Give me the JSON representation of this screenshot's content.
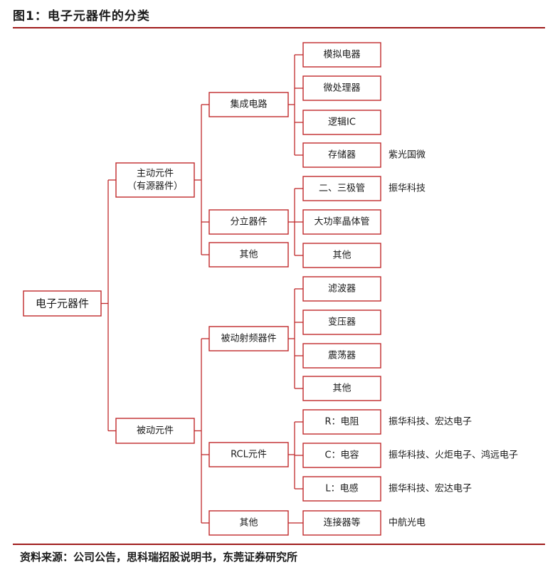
{
  "header": {
    "title": "图1：电子元器件的分类"
  },
  "footer": {
    "source": "资料来源：公司公告，思科瑞招股说明书，东莞证券研究所"
  },
  "tree": {
    "root": "电子元器件",
    "level1": [
      {
        "id": "active",
        "lines": [
          "主动元件",
          "（有源器件）"
        ]
      },
      {
        "id": "passive",
        "lines": [
          "被动元件"
        ]
      }
    ],
    "level2": [
      {
        "id": "ic",
        "parent": "active",
        "label": "集成电路"
      },
      {
        "id": "discrete",
        "parent": "active",
        "label": "分立器件"
      },
      {
        "id": "active_other",
        "parent": "active",
        "label": "其他"
      },
      {
        "id": "rf",
        "parent": "passive",
        "label": "被动射频器件"
      },
      {
        "id": "rcl",
        "parent": "passive",
        "label": "RCL元件"
      },
      {
        "id": "passive_other",
        "parent": "passive",
        "label": "其他"
      }
    ],
    "level3": [
      {
        "parent": "ic",
        "label": "模拟电器",
        "companies": ""
      },
      {
        "parent": "ic",
        "label": "微处理器",
        "companies": ""
      },
      {
        "parent": "ic",
        "label": "逻辑IC",
        "companies": ""
      },
      {
        "parent": "ic",
        "label": "存储器",
        "companies": "紫光国微"
      },
      {
        "parent": "discrete",
        "label": "二、三极管",
        "companies": "振华科技"
      },
      {
        "parent": "discrete",
        "label": "大功率晶体管",
        "companies": ""
      },
      {
        "parent": "discrete",
        "label": "其他",
        "companies": ""
      },
      {
        "parent": "rf",
        "label": "滤波器",
        "companies": ""
      },
      {
        "parent": "rf",
        "label": "变压器",
        "companies": ""
      },
      {
        "parent": "rf",
        "label": "震荡器",
        "companies": ""
      },
      {
        "parent": "rf",
        "label": "其他",
        "companies": ""
      },
      {
        "parent": "rcl",
        "label": "R：电阻",
        "companies": "振华科技、宏达电子"
      },
      {
        "parent": "rcl",
        "label": "C：电容",
        "companies": "振华科技、火炬电子、鸿远电子"
      },
      {
        "parent": "rcl",
        "label": "L：电感",
        "companies": "振华科技、宏达电子"
      },
      {
        "parent": "passive_other",
        "label": "连接器等",
        "companies": "中航光电"
      }
    ]
  },
  "colors": {
    "accent": "#c0292b",
    "rule": "#a01c1c"
  }
}
